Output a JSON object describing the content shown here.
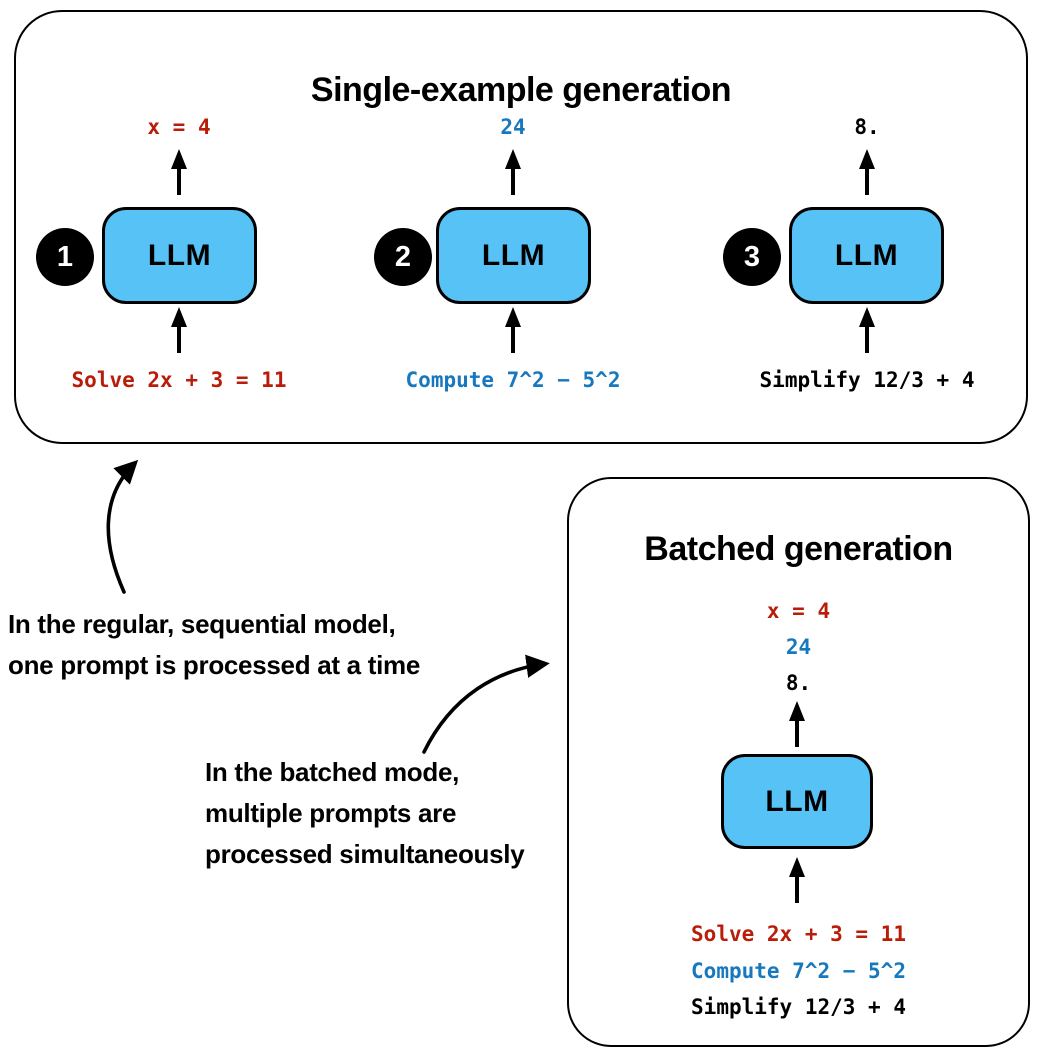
{
  "colors": {
    "red": "#b81d09",
    "blue": "#1878be",
    "llm_fill": "#57c2f6",
    "ink": "#000000",
    "bg": "#ffffff"
  },
  "single_panel": {
    "title": "Single-example generation",
    "units": [
      {
        "number": "1",
        "llm_label": "LLM",
        "output": "x = 4",
        "input": "Solve 2x + 3 = 11"
      },
      {
        "number": "2",
        "llm_label": "LLM",
        "output": "24",
        "input": "Compute 7^2 − 5^2"
      },
      {
        "number": "3",
        "llm_label": "LLM",
        "output": "8.",
        "input": "Simplify 12/3 + 4"
      }
    ]
  },
  "batched_panel": {
    "title": "Batched generation",
    "llm_label": "LLM",
    "outputs": [
      {
        "text": "x = 4"
      },
      {
        "text": "24"
      },
      {
        "text": "8."
      }
    ],
    "inputs": [
      {
        "text": "Solve 2x + 3 = 11"
      },
      {
        "text": "Compute 7^2 − 5^2"
      },
      {
        "text": "Simplify 12/3 + 4"
      }
    ]
  },
  "annotations": {
    "sequential": {
      "line1": "In the regular, sequential model,",
      "line2": "one prompt is processed at a time"
    },
    "batched": {
      "line1": "In the batched mode,",
      "line2": "multiple prompts are",
      "line3": "processed simultaneously"
    }
  }
}
